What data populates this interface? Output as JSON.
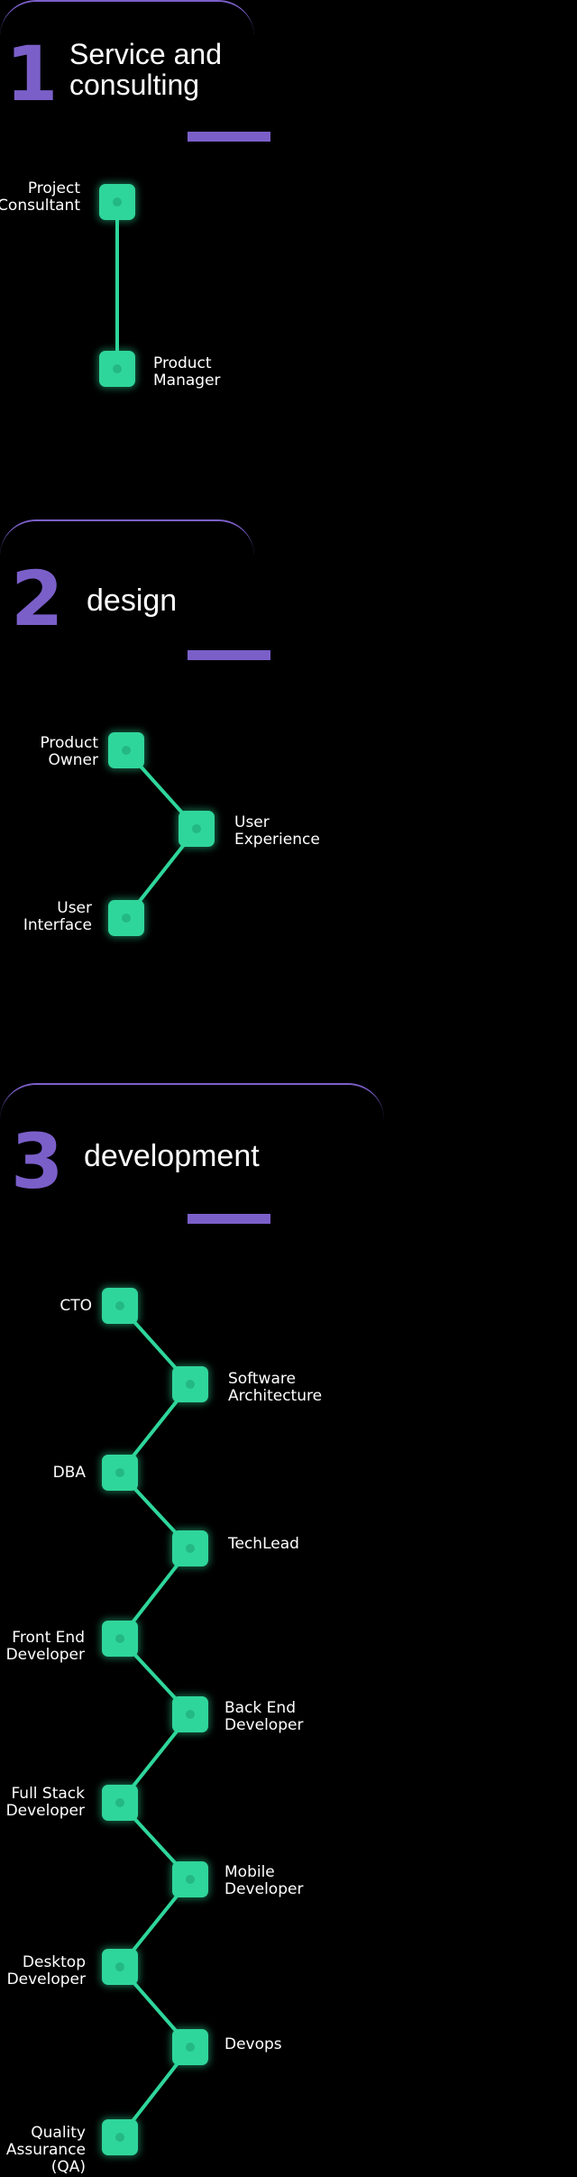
{
  "colors": {
    "accent": "#7b5fc9",
    "node": "#2fd69b",
    "background": "#000000"
  },
  "sections": [
    {
      "number": "1",
      "title": "Service and\nconsulting",
      "roles": [
        "Project\nConsultant",
        "Product\nManager"
      ]
    },
    {
      "number": "2",
      "title": "design",
      "roles": [
        "Product\nOwner",
        "User\nExperience",
        "User\nInterface"
      ]
    },
    {
      "number": "3",
      "title": "development",
      "roles": [
        "CTO",
        "Software\nArchitecture",
        "DBA",
        "TechLead",
        "Front End\nDeveloper",
        "Back End\nDeveloper",
        "Full Stack\nDeveloper",
        "Mobile\nDeveloper",
        "Desktop\nDeveloper",
        "Devops",
        "Quality\nAssurance\n(QA)"
      ]
    }
  ]
}
